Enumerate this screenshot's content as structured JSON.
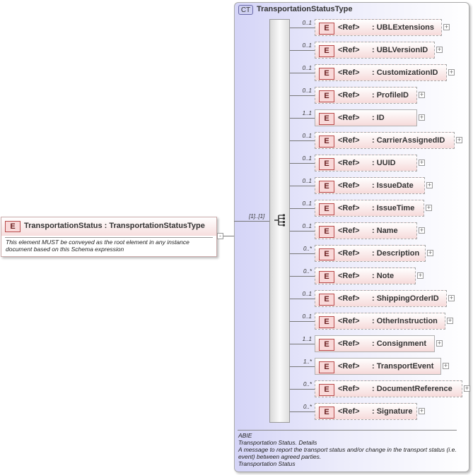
{
  "root": {
    "badge": "E",
    "name": "TransportationStatus",
    "separator": " : ",
    "type": "TransportationStatusType",
    "note": "This element MUST be conveyed as the root element in any instance document based on this Schema expression",
    "expand": "-"
  },
  "complex_type": {
    "badge": "CT",
    "name": "TransportationStatusType",
    "multiplicity": "[1]..[1]"
  },
  "children": [
    {
      "mult": "0..1",
      "ref": "<Ref>",
      "name": ": UBLExtensions",
      "optional": true
    },
    {
      "mult": "0..1",
      "ref": "<Ref>",
      "name": ": UBLVersionID",
      "optional": true
    },
    {
      "mult": "0..1",
      "ref": "<Ref>",
      "name": ": CustomizationID",
      "optional": true
    },
    {
      "mult": "0..1",
      "ref": "<Ref>",
      "name": ": ProfileID",
      "optional": true
    },
    {
      "mult": "1..1",
      "ref": "<Ref>",
      "name": ": ID",
      "optional": false
    },
    {
      "mult": "0..1",
      "ref": "<Ref>",
      "name": ": CarrierAssignedID",
      "optional": true
    },
    {
      "mult": "0..1",
      "ref": "<Ref>",
      "name": ": UUID",
      "optional": true
    },
    {
      "mult": "0..1",
      "ref": "<Ref>",
      "name": ": IssueDate",
      "optional": true
    },
    {
      "mult": "0..1",
      "ref": "<Ref>",
      "name": ": IssueTime",
      "optional": true
    },
    {
      "mult": "0..1",
      "ref": "<Ref>",
      "name": ": Name",
      "optional": true
    },
    {
      "mult": "0..*",
      "ref": "<Ref>",
      "name": ": Description",
      "optional": true
    },
    {
      "mult": "0..*",
      "ref": "<Ref>",
      "name": ": Note",
      "optional": true
    },
    {
      "mult": "0..1",
      "ref": "<Ref>",
      "name": ": ShippingOrderID",
      "optional": true
    },
    {
      "mult": "0..1",
      "ref": "<Ref>",
      "name": ": OtherInstruction",
      "optional": true
    },
    {
      "mult": "1..1",
      "ref": "<Ref>",
      "name": ": Consignment",
      "optional": false
    },
    {
      "mult": "1..*",
      "ref": "<Ref>",
      "name": ": TransportEvent",
      "optional": false
    },
    {
      "mult": "0..*",
      "ref": "<Ref>",
      "name": ": DocumentReference",
      "optional": true
    },
    {
      "mult": "0..*",
      "ref": "<Ref>",
      "name": ": Signature",
      "optional": true
    }
  ],
  "documentation": [
    "ABIE",
    "Transportation Status. Details",
    "A message to report the transport status and/or change in the transport status (i.e. event) between agreed parties.",
    "Transportation Status"
  ],
  "colors": {
    "element_fill": "#f9d9d9",
    "element_border": "#b84a4a",
    "ct_fill": "#d4d4f7"
  }
}
